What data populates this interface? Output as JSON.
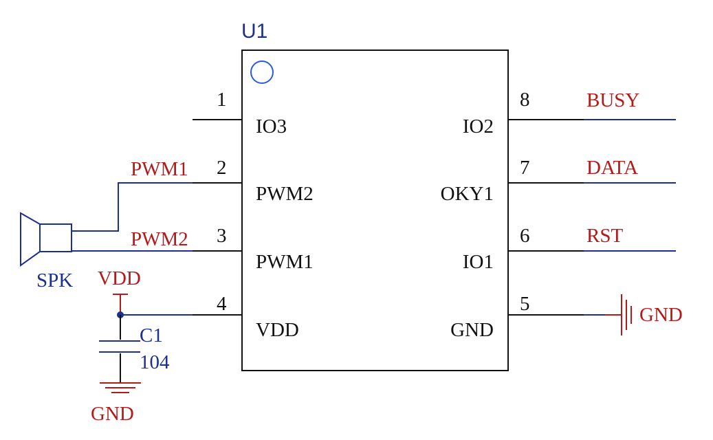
{
  "chip": {
    "ref": "U1",
    "pins": [
      {
        "num": "1",
        "name": "IO3",
        "net": ""
      },
      {
        "num": "2",
        "name": "PWM2",
        "net": "PWM1"
      },
      {
        "num": "3",
        "name": "PWM1",
        "net": "PWM2"
      },
      {
        "num": "4",
        "name": "VDD",
        "net": ""
      },
      {
        "num": "8",
        "name": "IO2",
        "net": "BUSY"
      },
      {
        "num": "7",
        "name": "OKY1",
        "net": "DATA"
      },
      {
        "num": "6",
        "name": "IO1",
        "net": "RST"
      },
      {
        "num": "5",
        "name": "GND",
        "net": "GND"
      }
    ]
  },
  "speaker": {
    "label": "SPK"
  },
  "capacitor": {
    "ref": "C1",
    "value": "104"
  },
  "power": {
    "vdd": "VDD",
    "gnd": "GND"
  },
  "colors": {
    "net": "#b31b1b",
    "wire": "#1b2f8f",
    "body": "#111111",
    "pin1_marker": "#2a5bd7"
  }
}
